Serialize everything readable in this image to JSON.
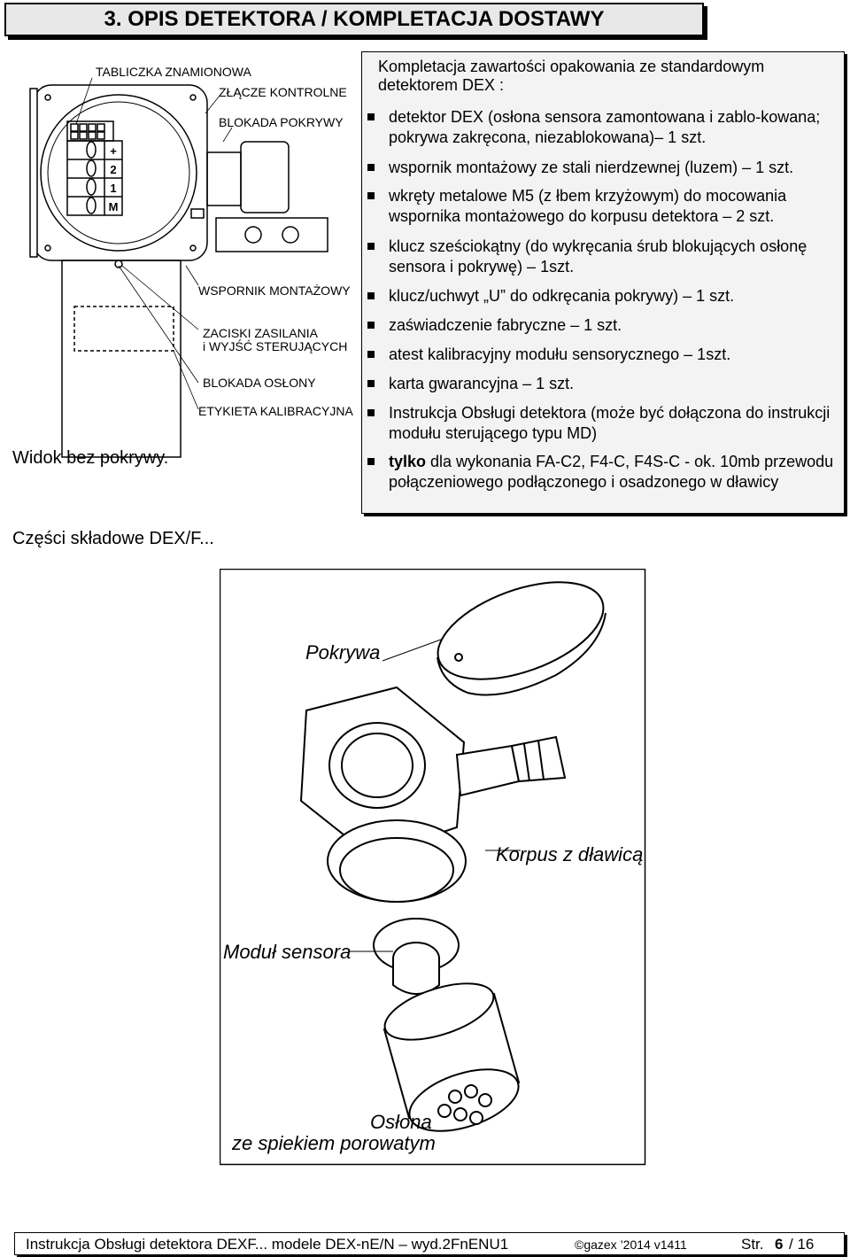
{
  "header": {
    "title": "3. OPIS DETEKTORA / KOMPLETACJA DOSTAWY"
  },
  "device_labels": {
    "tabliczka": "TABLICZKA ZNAMIONOWA",
    "zlacze": "ZŁĄCZE KONTROLNE",
    "blokada_pokrywy": "BLOKADA POKRYWY",
    "wspornik": "WSPORNIK MONTAŻOWY",
    "zaciski_1": "ZACISKI ZASILANIA",
    "zaciski_2": "i WYJŚĆ STERUJĄCYCH",
    "blokada_oslony": "BLOKADA OSŁONY",
    "etykieta": "ETYKIETA KALIBRACYJNA",
    "terminals": [
      "+",
      "2",
      "1",
      "M"
    ]
  },
  "side": {
    "widok": "Widok bez pokrywy.",
    "czesci": "Części składowe DEX/F..."
  },
  "list": {
    "intro": "Kompletacja zawartości opakowania ze standardowym detektorem DEX :",
    "items": [
      "detektor DEX (osłona sensora zamontowana i zablo-kowana; pokrywa zakręcona, niezablokowana)– 1 szt.",
      "wspornik montażowy ze stali nierdzewnej (luzem) – 1 szt.",
      "wkręty metalowe M5 (z łbem krzyżowym) do mocowania wspornika montażowego do korpusu detektora – 2 szt.",
      "klucz sześciokątny (do wykręcania śrub blokujących osłonę sensora i pokrywę) – 1szt.",
      "klucz/uchwyt „U” do odkręcania pokrywy) – 1 szt.",
      "zaświadczenie fabryczne – 1 szt.",
      "atest kalibracyjny modułu sensorycznego – 1szt.",
      "karta gwarancyjna – 1 szt.",
      "Instrukcja Obsługi detektora (może być dołączona do instrukcji modułu sterującego typu MD)"
    ],
    "last_bold": "tylko",
    "last_rest": " dla wykonania FA-C2, F4-C, F4S-C - ok. 10mb przewodu połączeniowego podłączonego i osadzonego w dławicy"
  },
  "exploded": {
    "pokrywa": "Pokrywa",
    "korpus": "Korpus z dławicą",
    "modul": "Moduł sensora",
    "oslona_1": "Osłona",
    "oslona_2": "ze spiekiem porowatym"
  },
  "footer": {
    "left": "Instrukcja Obsługi detektora DEXF... modele DEX-nE/N – wyd.2FnENU1",
    "copyright": "©gazex ’2014 v1411",
    "page_prefix": "Str.",
    "page_num": "6",
    "page_total": "/ 16"
  }
}
